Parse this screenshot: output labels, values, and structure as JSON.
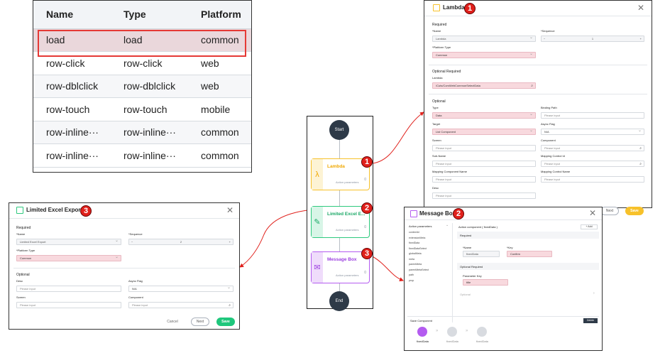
{
  "event_table": {
    "headers": [
      "Name",
      "Type",
      "Platform"
    ],
    "rows": [
      {
        "name": "load",
        "type": "load",
        "platform": "common"
      },
      {
        "name": "row-click",
        "type": "row-click",
        "platform": "web"
      },
      {
        "name": "row-dblclick",
        "type": "row-dblclick",
        "platform": "web"
      },
      {
        "name": "row-touch",
        "type": "row-touch",
        "platform": "mobile"
      },
      {
        "name": "row-inline···",
        "type": "row-inline···",
        "platform": "common"
      },
      {
        "name": "row-inline···",
        "type": "row-inline···",
        "platform": "common"
      }
    ],
    "check_mark": "√"
  },
  "flow": {
    "start_label": "Start",
    "end_label": "End",
    "nodes": [
      {
        "title": "Lambda",
        "sub": "Action parameters",
        "icon": "λ",
        "badge": "1",
        "color": "#f7c12a",
        "light": "#fdf3d4"
      },
      {
        "title": "Limited Excel E...",
        "sub": "Action parameters",
        "icon": "✎",
        "badge": "2",
        "color": "#2ec97e",
        "light": "#d8f5e7"
      },
      {
        "title": "Message Box",
        "sub": "Action parameters",
        "icon": "✉",
        "badge": "3",
        "color": "#b45cf0",
        "light": "#efdcfb"
      }
    ],
    "node_extra": "0"
  },
  "lambda_dialog": {
    "title": "Lambda",
    "badge": "1",
    "close": "✕",
    "required_label": "Required",
    "name_label": "*Name",
    "name_value": "Lambda",
    "sequence_label": "*Sequence",
    "sequence_minus": "−",
    "sequence_value": "1",
    "sequence_plus": "+",
    "platform_type_label": "*Platform Type",
    "platform_type_value": "Common",
    "optional_required_label": "Optional Required",
    "lambda_label": "Lambda",
    "lambda_value": "/Cuts/ComWebCommonSelectData",
    "optional_label": "Optional",
    "type_label": "Type",
    "type_value": "Data",
    "binding_path_label": "Binding Path",
    "binding_path_placeholder": "Please input",
    "target_label": "Target",
    "target_value": "List Component",
    "async_flag_label": "Async Flag",
    "async_flag_value": "N/A",
    "screen_label": "Screen",
    "screen_placeholder": "Please input",
    "component_label": "Component",
    "component_placeholder": "Please input",
    "subname_label": "Sub-Name",
    "subname_placeholder": "Please input",
    "mapping_control_id_label": "Mapping Control Id",
    "mapping_control_id_placeholder": "Please input",
    "mapping_component_name_label": "Mapping Component Name",
    "mapping_component_name_placeholder": "Please input",
    "mapping_control_name_label": "Mapping Control Name",
    "mapping_control_name_placeholder": "Please input",
    "desc_label": "Desc",
    "desc_placeholder": "Please input",
    "next_button": "Next",
    "save_button": "Save"
  },
  "excel_dialog": {
    "title": "Limited Excel Export",
    "badge": "3",
    "close": "✕",
    "required_label": "Required",
    "name_label": "*Name",
    "name_value": "Limited Excel Export",
    "sequence_label": "*Sequence",
    "sequence_minus": "−",
    "sequence_value": "2",
    "sequence_plus": "+",
    "platform_type_label": "*Platform Type",
    "platform_type_value": "Common",
    "optional_label": "Optional",
    "desc_label": "Desc",
    "desc_placeholder": "Please input",
    "async_flag_label": "Async Flag",
    "async_flag_value": "N/A",
    "screen_label": "Screen",
    "screen_placeholder": "Please input",
    "component_label": "Component",
    "component_placeholder": "Please input",
    "cancel_button": "Cancel",
    "next_button": "Next",
    "save_button": "Save"
  },
  "message_dialog": {
    "title": "Message Box",
    "badge": "2",
    "close": "✕",
    "action_params_label": "Action parameters",
    "params": [
      "contextId",
      "extensionMeta",
      "fixedData",
      "fixedDataSelect",
      "globalMeta",
      "meta",
      "parentMeta",
      "parentMetaSelect",
      "path",
      "prop"
    ],
    "action_component_label": "Action component ( fixedData )",
    "add_label": "+ Add",
    "required_label": "Required",
    "name_label": "*Name",
    "name_value": "fixedData",
    "key_label": "*Key",
    "key_value": "Confirm",
    "optional_required_label": "Optional Required",
    "parameter_key_label": "Parameter Key",
    "parameter_key_value": "title",
    "optional_label": "Optional",
    "save_component_label": "Save Component",
    "delete_label": "Delete",
    "steps": [
      "fixedData",
      "fixedData",
      "fixedData"
    ]
  }
}
